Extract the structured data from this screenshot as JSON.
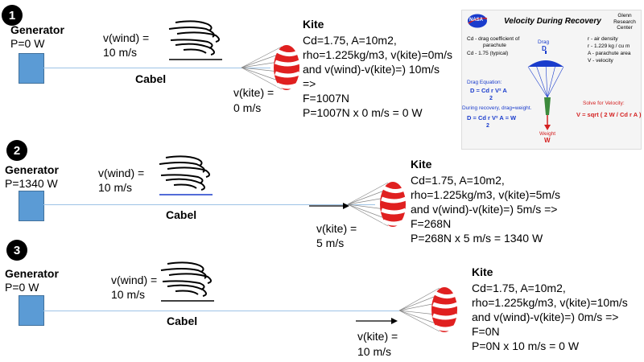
{
  "scenarios": [
    {
      "number": "1",
      "generator_label": "Generator",
      "power": "P=0 W",
      "wind_label_1": "v(wind) =",
      "wind_label_2": "10 m/s",
      "cable_label": "Cabel",
      "kite_speed_1": "v(kite) =",
      "kite_speed_2": "0 m/s",
      "kite_title": "Kite",
      "kite_lines": [
        "Cd=1.75, A=10m2,",
        "rho=1.225kg/m3, v(kite)=0m/s",
        "and v(wind)-v(kite)=) 10m/s",
        "=>",
        "F=1007N",
        "P=1007N x 0 m/s = 0 W"
      ]
    },
    {
      "number": "2",
      "generator_label": "Generator",
      "power": "P=1340 W",
      "wind_label_1": "v(wind) =",
      "wind_label_2": "10 m/s",
      "cable_label": "Cabel",
      "kite_speed_1": "v(kite) =",
      "kite_speed_2": "5 m/s",
      "kite_title": "Kite",
      "kite_lines": [
        "Cd=1.75, A=10m2,",
        "rho=1.225kg/m3, v(kite)=5m/s",
        "and v(wind)-v(kite)=) 5m/s =>",
        "F=268N",
        "P=268N x 5 m/s = 1340 W"
      ]
    },
    {
      "number": "3",
      "generator_label": "Generator",
      "power": "P=0 W",
      "wind_label_1": "v(wind) =",
      "wind_label_2": "10 m/s",
      "cable_label": "Cabel",
      "kite_speed_1": "v(kite) =",
      "kite_speed_2": "10 m/s",
      "kite_title": "Kite",
      "kite_lines": [
        "Cd=1.75, A=10m2,",
        "rho=1.225kg/m3, v(kite)=10m/s",
        "and v(wind)-v(kite)=) 0m/s =>",
        "F=0N",
        "P=0N x 10 m/s = 0 W"
      ]
    }
  ],
  "nasa_inset": {
    "logo": "NASA",
    "title": "Velocity During Recovery",
    "center": [
      "Glenn",
      "Research",
      "Center"
    ],
    "cd_def_1": "Cd - drag coefficient of",
    "cd_def_2": "parachute",
    "cd_typical": "Cd - 1.75 (typical)",
    "r_def": "r - air density",
    "r_value": "r - 1.229 kg / cu  m",
    "a_def": "A - parachute area",
    "v_def": "V - velocity",
    "drag_label": "Drag",
    "drag_symbol": "D",
    "drag_eq_label": "Drag Equation:",
    "drag_eq": "D = Cd r V² A",
    "drag_eq_den": "2",
    "recovery_label": "During recovery, drag=weight.",
    "recovery_eq": "D = Cd r V² A  =  W",
    "recovery_den": "2",
    "weight_label": "Weight",
    "weight_symbol": "W",
    "solve_label": "Solve for Velocity:",
    "solve_eq": "V = sqrt ( 2 W / Cd r A )"
  },
  "colors": {
    "generator": "#5b9bd5",
    "cable": "#9dc3e6",
    "kite_red": "#e02020",
    "inset_blue": "#1a3ccc",
    "inset_red": "#d42020"
  }
}
